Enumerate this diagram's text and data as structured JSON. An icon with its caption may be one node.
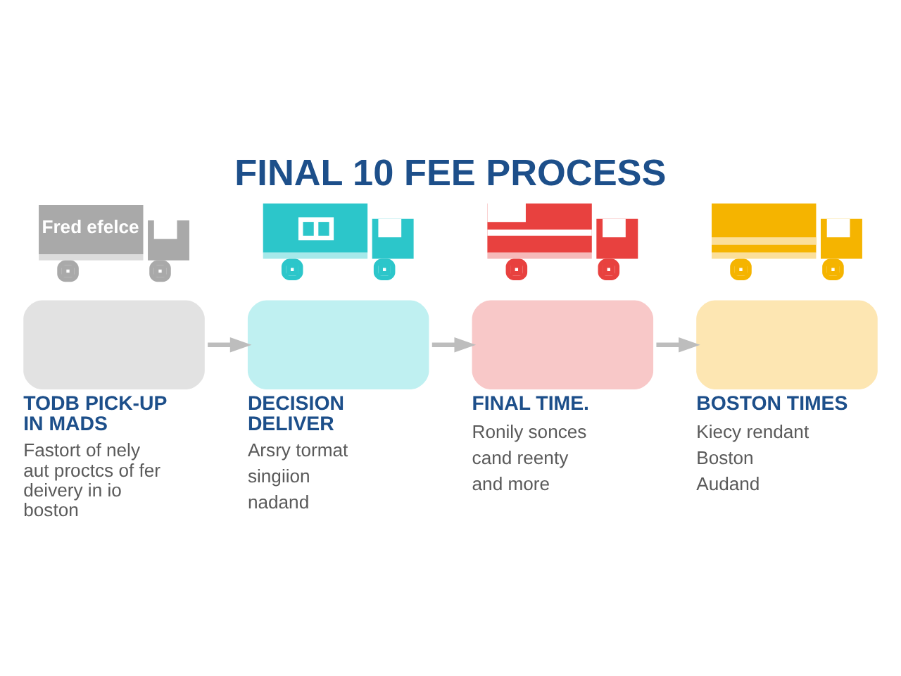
{
  "diagram": {
    "title": "FINAL 10 FEE PROCESS",
    "nodes": [
      {
        "text": [
          "Fred efelce"
        ]
      },
      {
        "text": [],
        "shape": "picture"
      },
      {
        "text": [],
        "shape": "picture"
      },
      {
        "text": [],
        "shape": "picture"
      },
      {
        "text": [
          "TODB PICK-UP IN MADS",
          "Fastort of nely aut proctcs of fer deivery in io boston"
        ]
      },
      {
        "text": [
          "DECISION DELIVER",
          "Arsry tormat",
          "singiion",
          "nadand"
        ]
      },
      {
        "text": [
          "FINAL TIME.",
          "Ronily sonces",
          "cand reenty",
          "and more"
        ]
      },
      {
        "text": [
          "BOSTON TIMES",
          "Kiecy rendant",
          "Boston",
          "Audand"
        ]
      }
    ],
    "edges": [
      {
        "from": 4,
        "to": 5,
        "arrow": "to"
      },
      {
        "from": 5,
        "to": 6,
        "arrow": "to"
      },
      {
        "from": 6,
        "to": 7,
        "arrow": "to"
      }
    ]
  }
}
